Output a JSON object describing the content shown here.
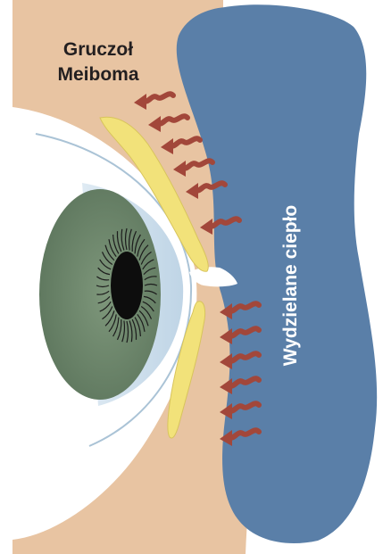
{
  "labels": {
    "gland_line1": "Gruczoł",
    "gland_line2": "Meiboma",
    "heat": "Wydzielane ciepło"
  },
  "colors": {
    "skin": "#e8c4a2",
    "heat_pad": "#5a7fa8",
    "sclera": "#ffffff",
    "cornea": "#c9dcea",
    "iris": "#6f8a6e",
    "pupil": "#0d0d0d",
    "gland": "#f2e27a",
    "arrows": "#a2473a",
    "text_dark": "#231f20",
    "text_light": "#ffffff"
  },
  "icons": [
    "heat-arrow-icon"
  ]
}
